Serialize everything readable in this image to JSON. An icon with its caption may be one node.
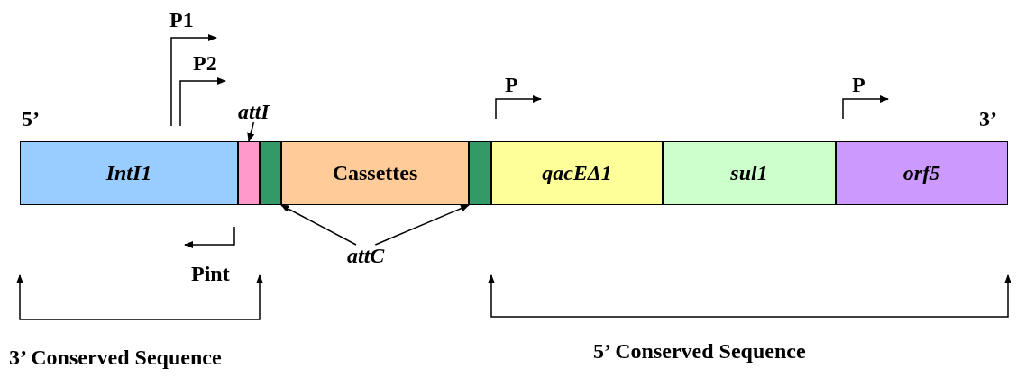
{
  "diagram": {
    "nodes": [
      {
        "text": [
          "IntI1"
        ],
        "beside": [
          "5’"
        ]
      },
      {
        "text": [],
        "shape": "box"
      },
      {
        "text": [],
        "shape": "box"
      },
      {
        "text": [
          "Cassettes"
        ]
      },
      {
        "text": [],
        "shape": "box"
      },
      {
        "text": [
          "qacEΔ1"
        ]
      },
      {
        "text": [
          "sul1"
        ]
      },
      {
        "text": [
          "orf5"
        ],
        "beside": [
          "3’"
        ]
      },
      {
        "text": [
          "attI"
        ]
      },
      {
        "text": [
          "attC"
        ]
      }
    ],
    "edges": [
      {
        "from": 8,
        "to": 1,
        "arrow": "to"
      },
      {
        "from": 9,
        "to": 2,
        "arrow": "to"
      },
      {
        "from": 9,
        "to": 4,
        "arrow": "to"
      }
    ],
    "labels": [
      "P1",
      "P2",
      "P",
      "P",
      "Pint",
      "3’ Conserved Sequence",
      "5’ Conserved Sequence"
    ]
  }
}
